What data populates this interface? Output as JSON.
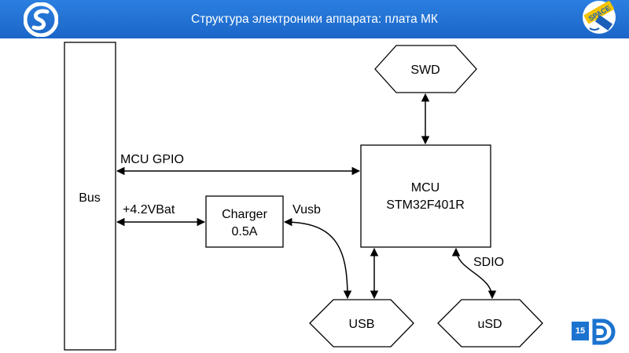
{
  "header": {
    "title": "Структура электроники аппарата: плата МК",
    "logo_right_text": "SPACE"
  },
  "diagram": {
    "nodes": {
      "bus": "Bus",
      "swd": "SWD",
      "mcu_line1": "MCU",
      "mcu_line2": "STM32F401R",
      "charger_line1": "Charger",
      "charger_line2": "0.5A",
      "usb": "USB",
      "usd": "uSD"
    },
    "edges": {
      "mcu_gpio": "MCU GPIO",
      "vbat": "+4.2VBat",
      "vusb": "Vusb",
      "sdio": "SDIO"
    }
  },
  "footer": {
    "slide_number": "15"
  },
  "colors": {
    "header_bg": "#1e6fd0",
    "brand_blue": "#1c73cf"
  }
}
